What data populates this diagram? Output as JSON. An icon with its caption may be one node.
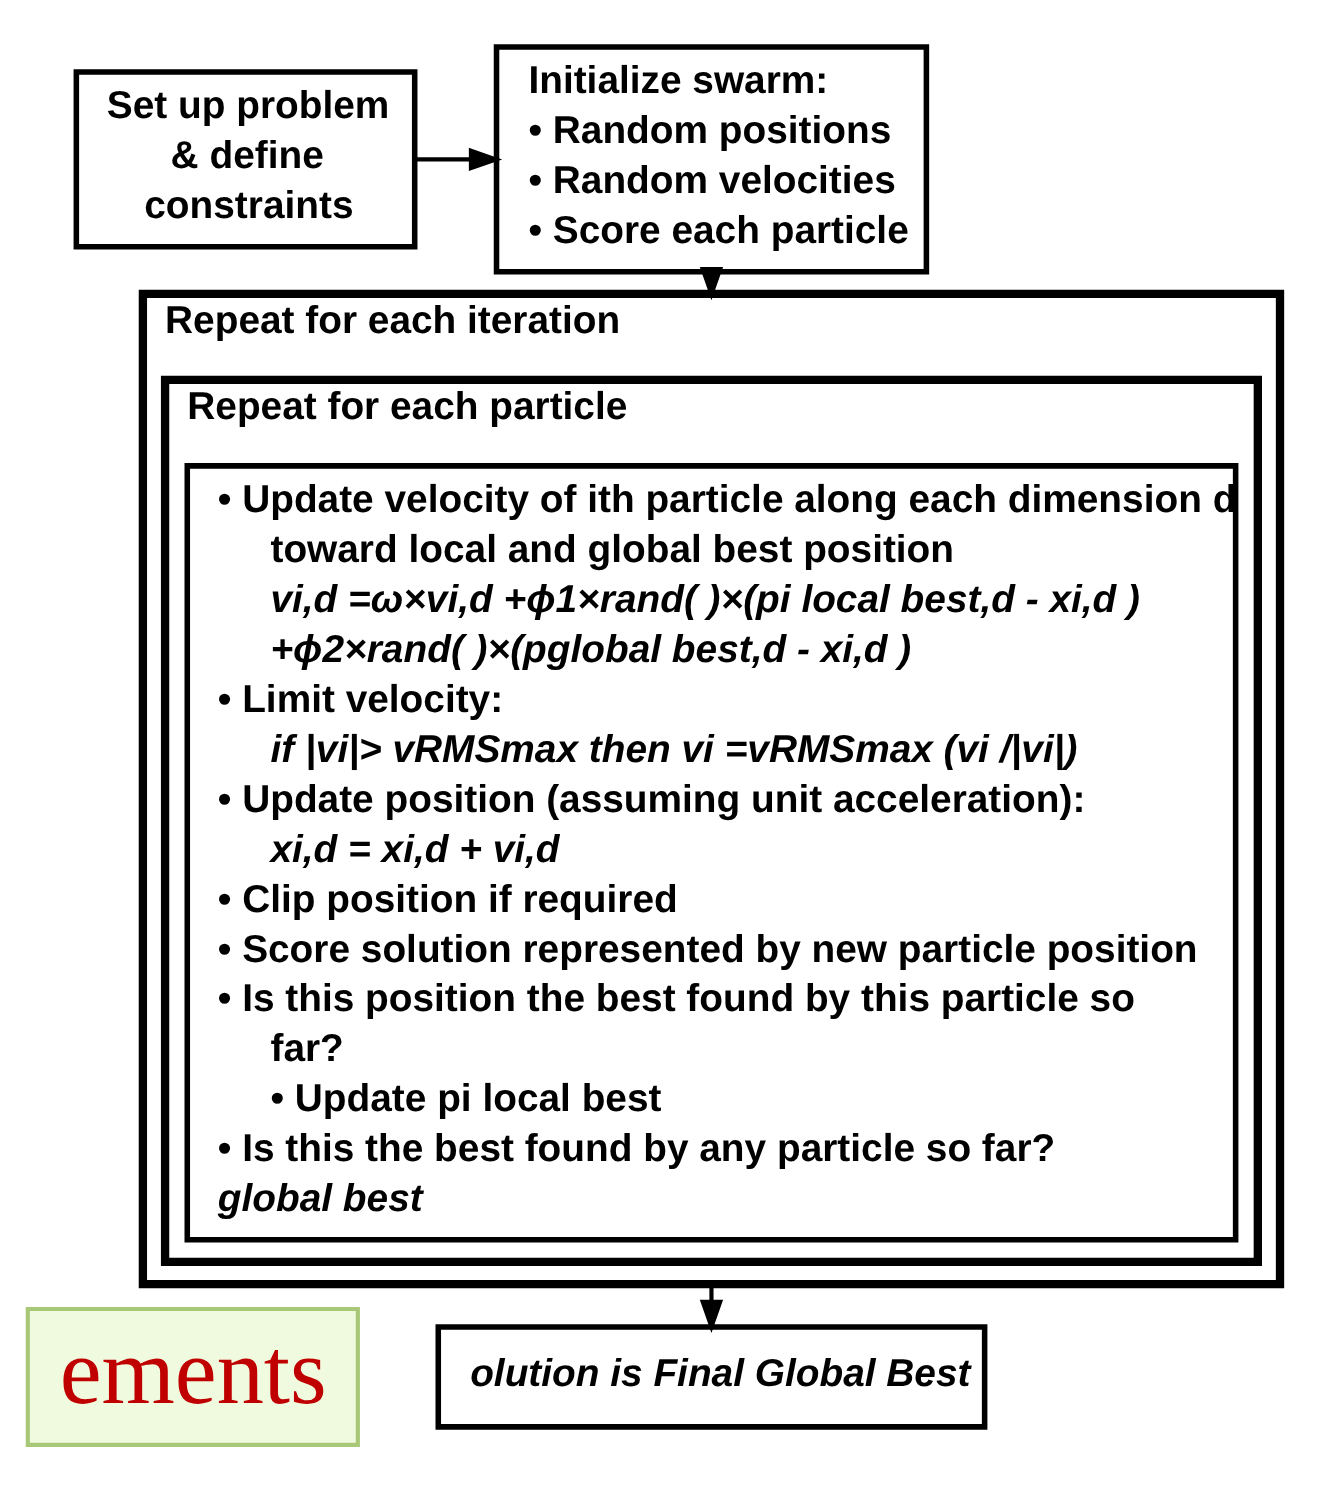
{
  "diagram": {
    "nodes": [
      {
        "text": [
          "Set up problem & define constraints"
        ]
      },
      {
        "text": [
          "Initialize swarm:",
          "• Random positions",
          "• Random velocities",
          "• Score each particle"
        ]
      },
      {
        "text": [
          "Repeat for each iteration"
        ]
      },
      {
        "text": [
          "Repeat for each particle"
        ],
        "in": 2
      },
      {
        "text": [
          "• Update velocity of ith particle along each dimension d toward local and global best position",
          "vi,d =ω×vi,d +ϕ1×rand( )×(pi local best,d - xi,d ) +ϕ2×rand( )×(pglobal best,d - xi,d )",
          "• Limit velocity:",
          "if |vi|> vRMSmax then vi =vRMSmax (vi /|vi|)",
          "• Update position (assuming unit acceleration):",
          "xi,d = xi,d + vi,d",
          "• Clip position if required",
          "• Score solution represented by new particle position",
          "• Is this position the best found by this particle so far?",
          "• Update pi local best",
          "• Is this the best found by any particle so far?",
          "global best"
        ],
        "in": 3
      },
      {
        "text": [
          "olution is Final Global Best"
        ]
      },
      {
        "text": [
          "ements"
        ]
      }
    ],
    "edges": [
      {
        "from": 0,
        "to": 1,
        "arrow": "to"
      },
      {
        "from": 1,
        "to": 2,
        "arrow": "to"
      },
      {
        "from": 2,
        "to": 5,
        "arrow": "to"
      }
    ]
  }
}
